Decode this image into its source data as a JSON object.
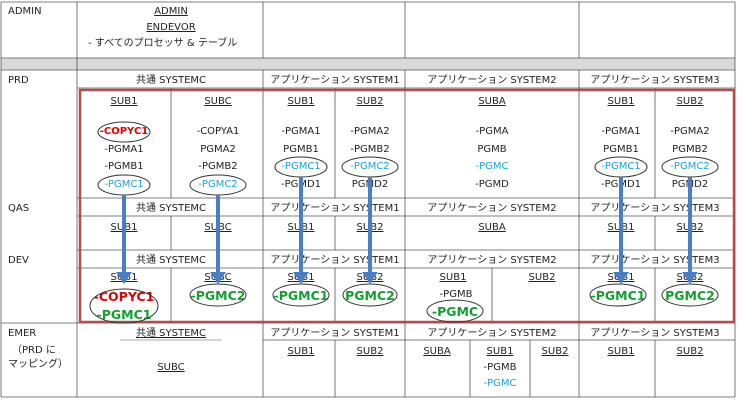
{
  "admin": {
    "label": "ADMIN",
    "title": "ADMIN",
    "sub1": "ENDEVOR",
    "desc": "- すべてのプロセッサ & テーブル"
  },
  "rows": {
    "prd": "PRD",
    "qas": "QAS",
    "dev": "DEV",
    "emer": "EMER",
    "emer_note1": "（PRD に",
    "emer_note2": "マッピング）"
  },
  "systems": {
    "c": "共通 SYSTEMC",
    "s1": "アプリケーション SYSTEM1",
    "s2": "アプリケーション SYSTEM2",
    "s3": "アプリケーション SYSTEM3"
  },
  "subs": {
    "sub1": "SUB1",
    "subc": "SUBC",
    "sub2": "SUB2",
    "suba": "SUBA"
  },
  "members": {
    "copyc1": "-COPYC1",
    "copya1": "-COPYA1",
    "pgma1": "-PGMA1",
    "pgma2": "-PGMA2",
    "pgmb1": "PGMB1",
    "pgmb1d": "-PGMB1",
    "pgmb2": "-PGMB2",
    "pgmb2n": "PGMB2",
    "pgmc1": "-PGMC1",
    "pgmc2": "-PGMC2",
    "pgmd1": "-PGMD1",
    "pgmd2": "PGMD2",
    "pgma": "-PGMA",
    "pgmb": "PGMB",
    "pgmbd": "-PGMB",
    "pgmc": "-PGMC",
    "pgmcn": "PGMC",
    "pgmd": "-PGMD",
    "pgma2n": "PGMA2",
    "pgmc2g": "PGMC2",
    "pgmc2gd": "-PGMC2"
  }
}
